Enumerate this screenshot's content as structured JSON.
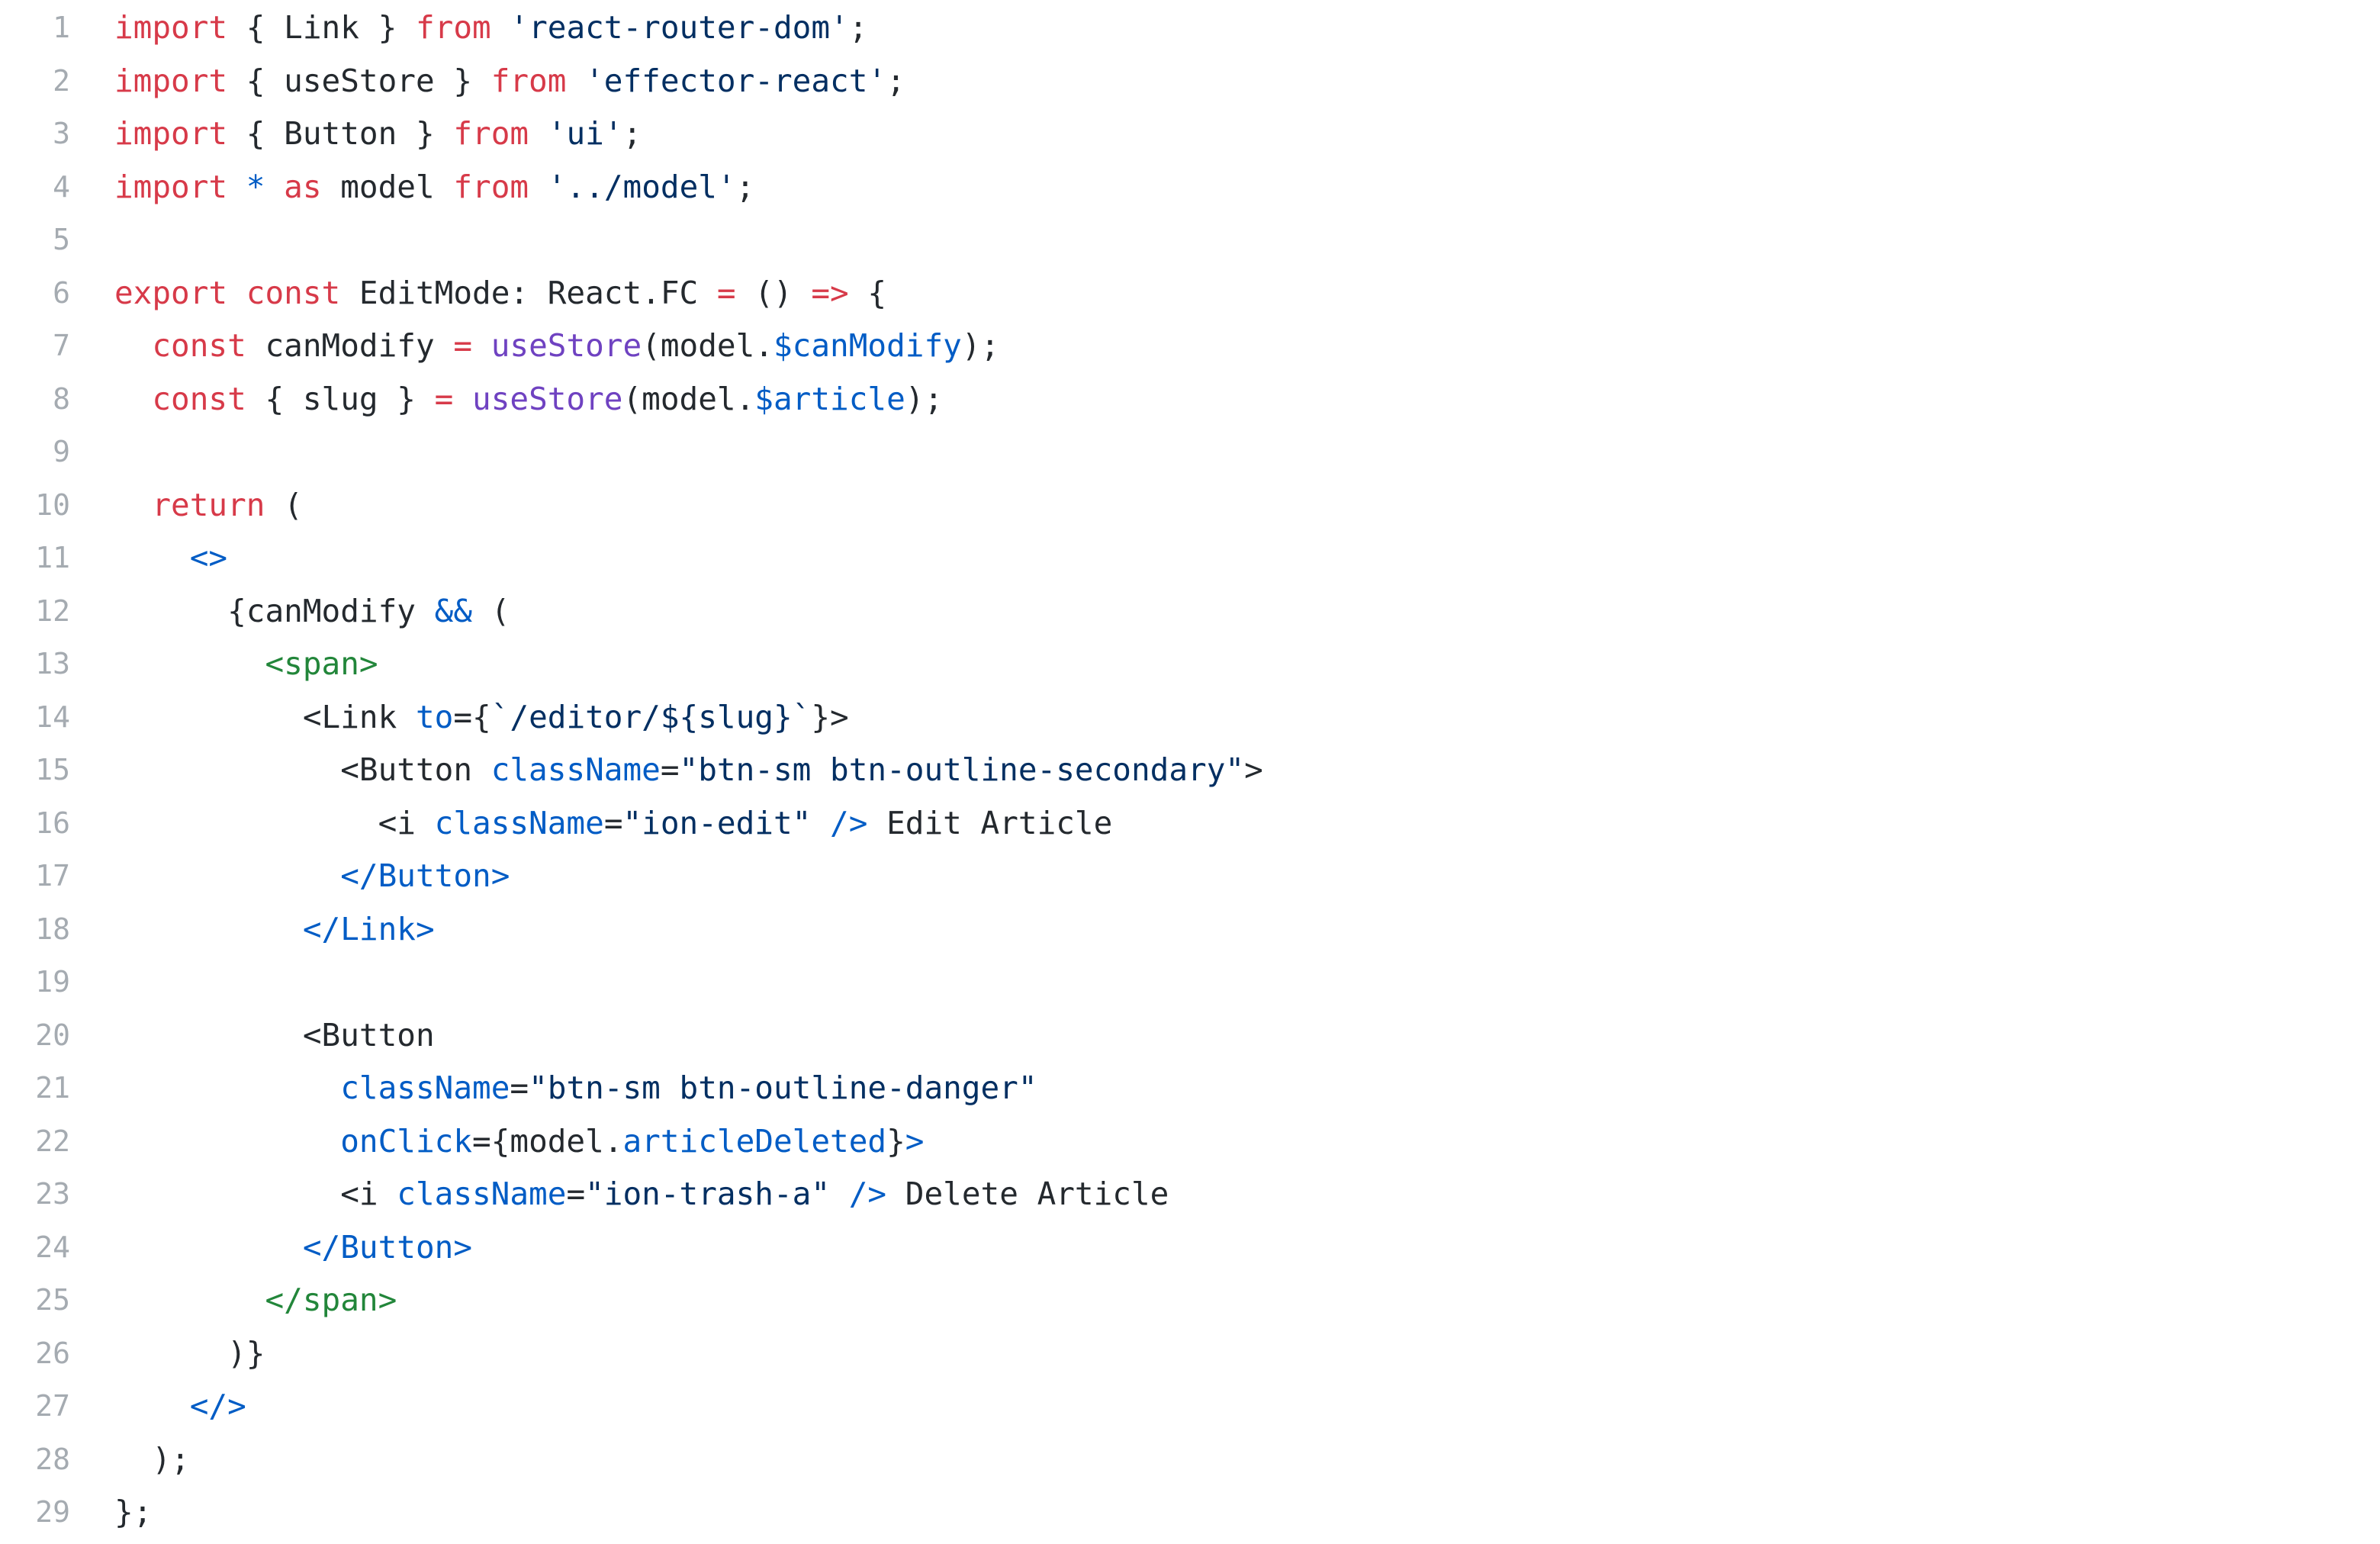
{
  "editor": {
    "language": "tsx",
    "background": "#ffffff",
    "colors": {
      "plain": "#24292e",
      "keyword": "#d73a49",
      "string": "#032f62",
      "function": "#6f42c1",
      "variable": "#005cc5",
      "tag": "#22863a",
      "line_number": "#a5abb1"
    },
    "lines": [
      {
        "n": "1",
        "tokens": [
          {
            "c": "keyword",
            "t": "import"
          },
          {
            "c": "plain",
            "t": " { Link } "
          },
          {
            "c": "keyword",
            "t": "from"
          },
          {
            "c": "plain",
            "t": " "
          },
          {
            "c": "string",
            "t": "'react-router-dom'"
          },
          {
            "c": "plain",
            "t": ";"
          }
        ]
      },
      {
        "n": "2",
        "tokens": [
          {
            "c": "keyword",
            "t": "import"
          },
          {
            "c": "plain",
            "t": " { useStore } "
          },
          {
            "c": "keyword",
            "t": "from"
          },
          {
            "c": "plain",
            "t": " "
          },
          {
            "c": "string",
            "t": "'effector-react'"
          },
          {
            "c": "plain",
            "t": ";"
          }
        ]
      },
      {
        "n": "3",
        "tokens": [
          {
            "c": "keyword",
            "t": "import"
          },
          {
            "c": "plain",
            "t": " { Button } "
          },
          {
            "c": "keyword",
            "t": "from"
          },
          {
            "c": "plain",
            "t": " "
          },
          {
            "c": "string",
            "t": "'ui'"
          },
          {
            "c": "plain",
            "t": ";"
          }
        ]
      },
      {
        "n": "4",
        "tokens": [
          {
            "c": "keyword",
            "t": "import"
          },
          {
            "c": "plain",
            "t": " "
          },
          {
            "c": "variable",
            "t": "*"
          },
          {
            "c": "plain",
            "t": " "
          },
          {
            "c": "keyword",
            "t": "as"
          },
          {
            "c": "plain",
            "t": " model "
          },
          {
            "c": "keyword",
            "t": "from"
          },
          {
            "c": "plain",
            "t": " "
          },
          {
            "c": "string",
            "t": "'../model'"
          },
          {
            "c": "plain",
            "t": ";"
          }
        ]
      },
      {
        "n": "5",
        "tokens": []
      },
      {
        "n": "6",
        "tokens": [
          {
            "c": "keyword",
            "t": "export"
          },
          {
            "c": "plain",
            "t": " "
          },
          {
            "c": "keyword",
            "t": "const"
          },
          {
            "c": "plain",
            "t": " EditMode: React.FC "
          },
          {
            "c": "keyword",
            "t": "="
          },
          {
            "c": "plain",
            "t": " () "
          },
          {
            "c": "keyword",
            "t": "=>"
          },
          {
            "c": "plain",
            "t": " {"
          }
        ]
      },
      {
        "n": "7",
        "tokens": [
          {
            "c": "plain",
            "t": "  "
          },
          {
            "c": "keyword",
            "t": "const"
          },
          {
            "c": "plain",
            "t": " canModify "
          },
          {
            "c": "keyword",
            "t": "="
          },
          {
            "c": "plain",
            "t": " "
          },
          {
            "c": "function",
            "t": "useStore"
          },
          {
            "c": "plain",
            "t": "(model."
          },
          {
            "c": "variable",
            "t": "$canModify"
          },
          {
            "c": "plain",
            "t": ");"
          }
        ]
      },
      {
        "n": "8",
        "tokens": [
          {
            "c": "plain",
            "t": "  "
          },
          {
            "c": "keyword",
            "t": "const"
          },
          {
            "c": "plain",
            "t": " { slug } "
          },
          {
            "c": "keyword",
            "t": "="
          },
          {
            "c": "plain",
            "t": " "
          },
          {
            "c": "function",
            "t": "useStore"
          },
          {
            "c": "plain",
            "t": "(model."
          },
          {
            "c": "variable",
            "t": "$article"
          },
          {
            "c": "plain",
            "t": ");"
          }
        ]
      },
      {
        "n": "9",
        "tokens": []
      },
      {
        "n": "10",
        "tokens": [
          {
            "c": "plain",
            "t": "  "
          },
          {
            "c": "keyword",
            "t": "return"
          },
          {
            "c": "plain",
            "t": " ("
          }
        ]
      },
      {
        "n": "11",
        "tokens": [
          {
            "c": "plain",
            "t": "    "
          },
          {
            "c": "variable",
            "t": "<>"
          }
        ]
      },
      {
        "n": "12",
        "tokens": [
          {
            "c": "plain",
            "t": "      {canModify "
          },
          {
            "c": "variable",
            "t": "&&"
          },
          {
            "c": "plain",
            "t": " ("
          }
        ]
      },
      {
        "n": "13",
        "tokens": [
          {
            "c": "plain",
            "t": "        "
          },
          {
            "c": "tag",
            "t": "<span>"
          }
        ]
      },
      {
        "n": "14",
        "tokens": [
          {
            "c": "plain",
            "t": "          <Link "
          },
          {
            "c": "variable",
            "t": "to"
          },
          {
            "c": "plain",
            "t": "={"
          },
          {
            "c": "string",
            "t": "`/editor/${slug}`"
          },
          {
            "c": "plain",
            "t": "}>"
          }
        ]
      },
      {
        "n": "15",
        "tokens": [
          {
            "c": "plain",
            "t": "            <Button "
          },
          {
            "c": "variable",
            "t": "className"
          },
          {
            "c": "plain",
            "t": "="
          },
          {
            "c": "string",
            "t": "\"btn-sm btn-outline-secondary\""
          },
          {
            "c": "plain",
            "t": ">"
          }
        ]
      },
      {
        "n": "16",
        "tokens": [
          {
            "c": "plain",
            "t": "              <i "
          },
          {
            "c": "variable",
            "t": "className"
          },
          {
            "c": "plain",
            "t": "="
          },
          {
            "c": "string",
            "t": "\"ion-edit\""
          },
          {
            "c": "plain",
            "t": " "
          },
          {
            "c": "variable",
            "t": "/>"
          },
          {
            "c": "plain",
            "t": " Edit Article"
          }
        ]
      },
      {
        "n": "17",
        "tokens": [
          {
            "c": "plain",
            "t": "            "
          },
          {
            "c": "variable",
            "t": "</Button>"
          }
        ]
      },
      {
        "n": "18",
        "tokens": [
          {
            "c": "plain",
            "t": "          "
          },
          {
            "c": "variable",
            "t": "</Link>"
          }
        ]
      },
      {
        "n": "19",
        "tokens": []
      },
      {
        "n": "20",
        "tokens": [
          {
            "c": "plain",
            "t": "          <Button"
          }
        ]
      },
      {
        "n": "21",
        "tokens": [
          {
            "c": "plain",
            "t": "            "
          },
          {
            "c": "variable",
            "t": "className"
          },
          {
            "c": "plain",
            "t": "="
          },
          {
            "c": "string",
            "t": "\"btn-sm btn-outline-danger\""
          }
        ]
      },
      {
        "n": "22",
        "tokens": [
          {
            "c": "plain",
            "t": "            "
          },
          {
            "c": "variable",
            "t": "onClick"
          },
          {
            "c": "plain",
            "t": "={model."
          },
          {
            "c": "variable",
            "t": "articleDeleted"
          },
          {
            "c": "plain",
            "t": "}"
          },
          {
            "c": "variable",
            "t": ">"
          }
        ]
      },
      {
        "n": "23",
        "tokens": [
          {
            "c": "plain",
            "t": "            <i "
          },
          {
            "c": "variable",
            "t": "className"
          },
          {
            "c": "plain",
            "t": "="
          },
          {
            "c": "string",
            "t": "\"ion-trash-a\""
          },
          {
            "c": "plain",
            "t": " "
          },
          {
            "c": "variable",
            "t": "/>"
          },
          {
            "c": "plain",
            "t": " Delete Article"
          }
        ]
      },
      {
        "n": "24",
        "tokens": [
          {
            "c": "plain",
            "t": "          "
          },
          {
            "c": "variable",
            "t": "</Button>"
          }
        ]
      },
      {
        "n": "25",
        "tokens": [
          {
            "c": "plain",
            "t": "        "
          },
          {
            "c": "tag",
            "t": "</span>"
          }
        ]
      },
      {
        "n": "26",
        "tokens": [
          {
            "c": "plain",
            "t": "      )}"
          }
        ]
      },
      {
        "n": "27",
        "tokens": [
          {
            "c": "plain",
            "t": "    "
          },
          {
            "c": "variable",
            "t": "</>"
          }
        ]
      },
      {
        "n": "28",
        "tokens": [
          {
            "c": "plain",
            "t": "  );"
          }
        ]
      },
      {
        "n": "29",
        "tokens": [
          {
            "c": "plain",
            "t": "};"
          }
        ]
      }
    ]
  }
}
